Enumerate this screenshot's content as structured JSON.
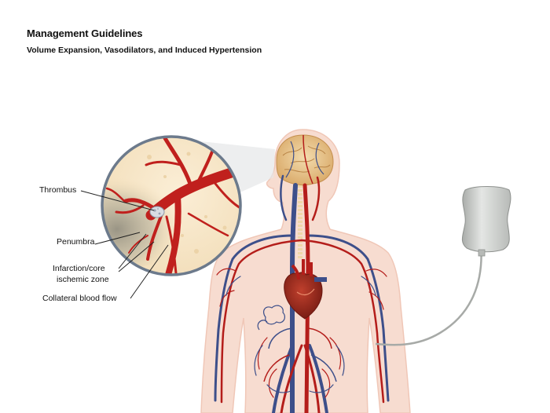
{
  "header": {
    "title": "Management Guidelines",
    "subtitle": "Volume Expansion, Vasodilators, and Induced Hypertension"
  },
  "labels": {
    "thrombus": "Thrombus",
    "penumbra": "Penumbra",
    "infarction_line1": "Infarction/core",
    "infarction_line2": "ischemic zone",
    "collateral": "Collateral blood flow"
  },
  "colors": {
    "artery": "#c0201d",
    "vein": "#3d4f8a",
    "skin": "#f6d9cc",
    "brain": "#e9c995",
    "iv_bag": "#c9ccc9"
  },
  "icons": {
    "iv_bag": "iv-bag-icon",
    "heart": "heart-icon",
    "brain": "brain-icon"
  }
}
